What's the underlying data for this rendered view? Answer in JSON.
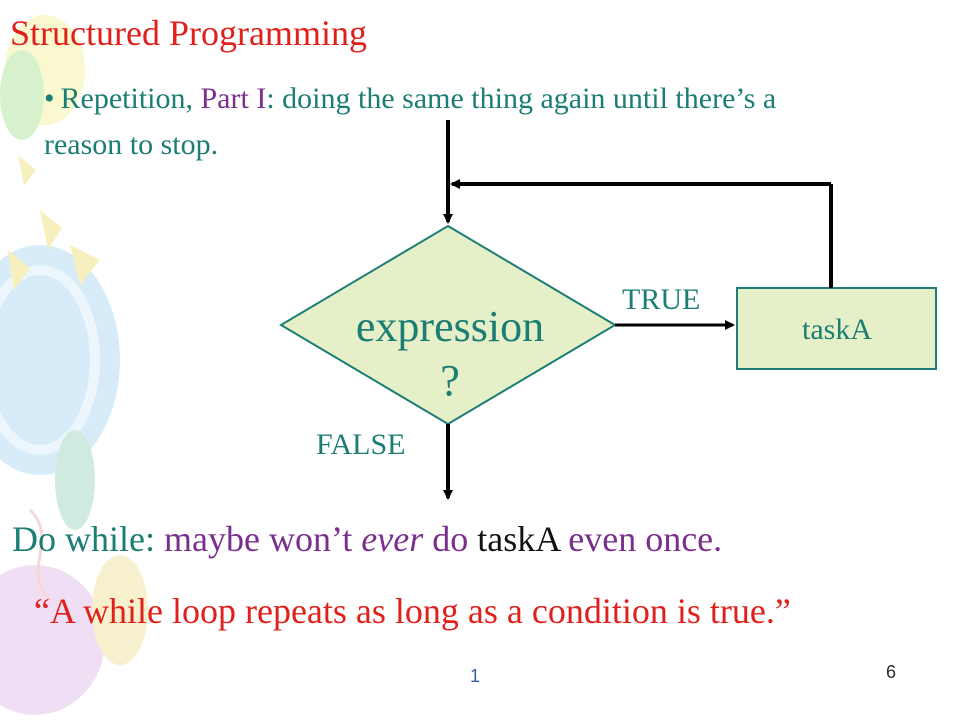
{
  "slide": {
    "title": "Structured Programming",
    "bullet": {
      "part1": "Repetition,",
      "part2": "Part I",
      "part3": ": doing the same thing again until there’s a reason to stop."
    },
    "diagram": {
      "decision": "expression",
      "decision_q": "?",
      "true_label": "TRUE",
      "false_label": "FALSE",
      "task": "taskA"
    },
    "do_while": {
      "s1": "Do while: ",
      "s2": "maybe won’t ",
      "s3": "ever",
      "s4": " do ",
      "s5": "taskA",
      "s6": " even once."
    },
    "quote": "“A while loop repeats as long as a condition is true.”",
    "page_left": "1",
    "page_right": "6"
  },
  "colors": {
    "title": "#e0201b",
    "teal": "#1b7d74",
    "purple": "#7a2f8f",
    "diamond_fill": "#e6f0c8",
    "arrow": "#000000"
  }
}
